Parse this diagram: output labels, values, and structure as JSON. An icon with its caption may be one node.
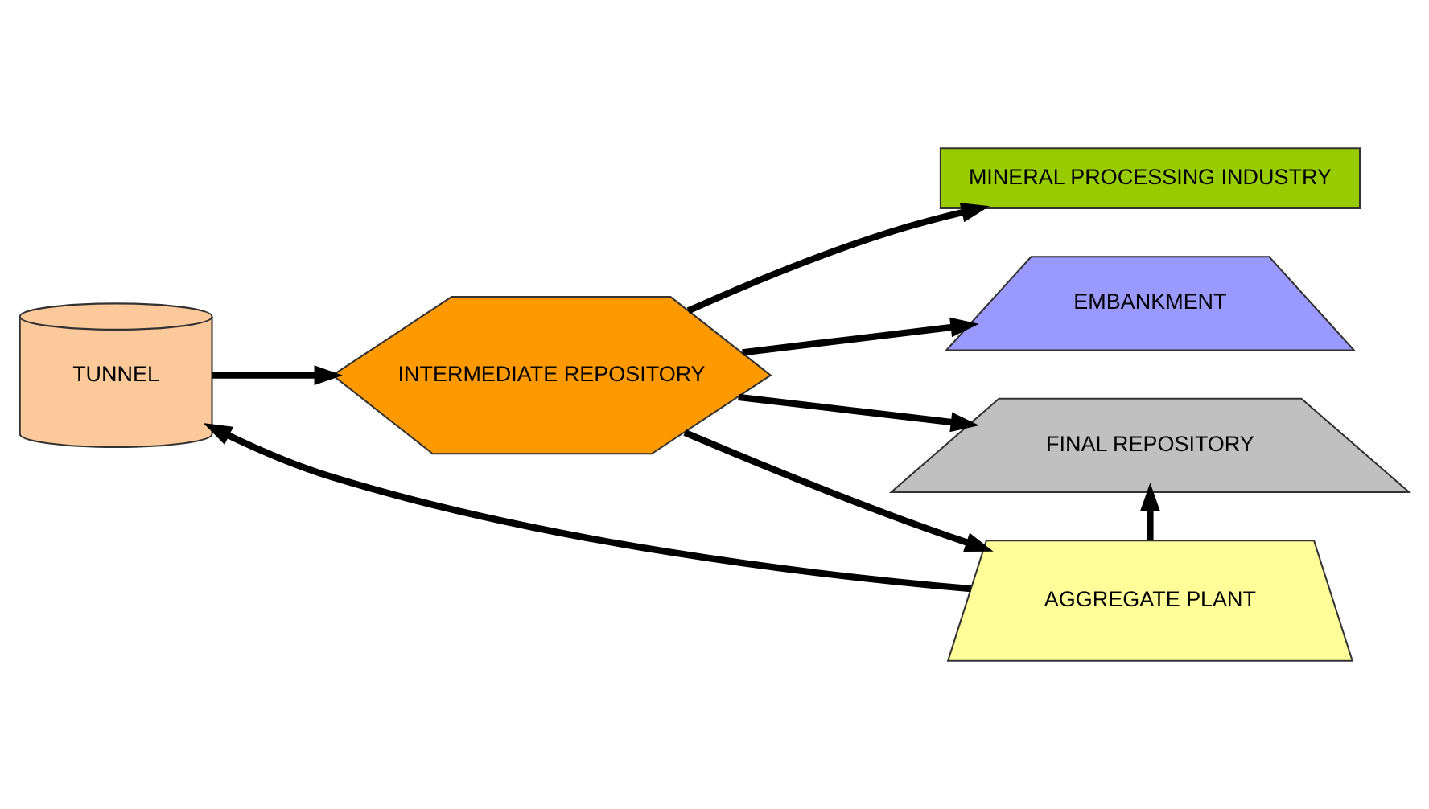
{
  "diagram": {
    "nodes": [
      {
        "text": [
          "TUNNEL"
        ]
      },
      {
        "text": [
          "INTERMEDIATE REPOSITORY"
        ]
      },
      {
        "text": [
          "MINERAL PROCESSING INDUSTRY"
        ]
      },
      {
        "text": [
          "EMBANKMENT"
        ]
      },
      {
        "text": [
          "FINAL REPOSITORY"
        ]
      },
      {
        "text": [
          "AGGREGATE PLANT"
        ]
      }
    ],
    "edges": [
      {
        "from": 0,
        "to": 1,
        "arrow": "to"
      },
      {
        "from": 1,
        "to": 2,
        "arrow": "to"
      },
      {
        "from": 1,
        "to": 3,
        "arrow": "to"
      },
      {
        "from": 1,
        "to": 4,
        "arrow": "to"
      },
      {
        "from": 1,
        "to": 5,
        "arrow": "to"
      },
      {
        "from": 5,
        "to": 4,
        "arrow": "to"
      },
      {
        "from": 5,
        "to": 0,
        "arrow": "to"
      }
    ]
  }
}
